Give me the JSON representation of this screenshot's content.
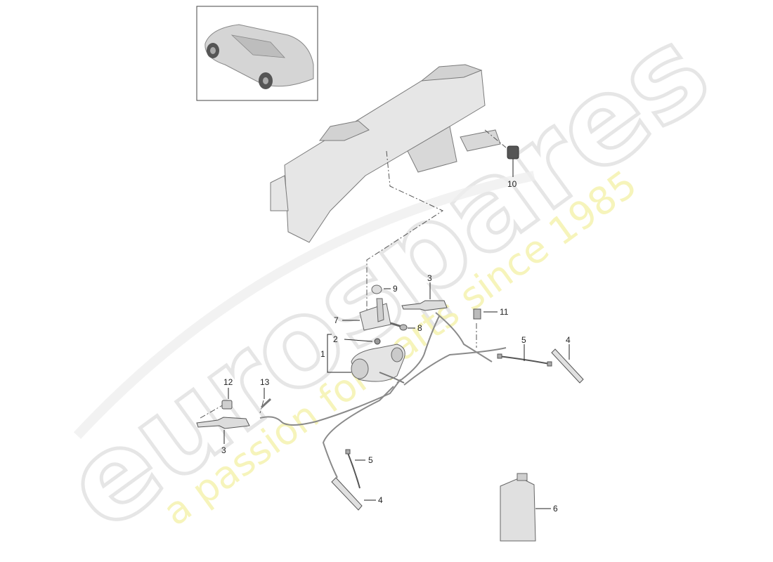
{
  "watermark": {
    "brand": "eurospares",
    "tagline": "a passion for parts since 1985"
  },
  "thumbnail": {
    "icon": "car-convertible-icon"
  },
  "colors": {
    "part_fill": "#e6e6e6",
    "part_stroke": "#7a7a7a",
    "watermark_brand": "#e9e9e9",
    "watermark_tagline": "#f4f1a8"
  },
  "callouts": {
    "c1": "1",
    "c2": "2",
    "c3a": "3",
    "c3b": "3",
    "c4a": "4",
    "c4b": "4",
    "c5a": "5",
    "c5b": "5",
    "c6": "6",
    "c7": "7",
    "c8": "8",
    "c9": "9",
    "c10": "10",
    "c11": "11",
    "c12": "12",
    "c13": "13"
  }
}
